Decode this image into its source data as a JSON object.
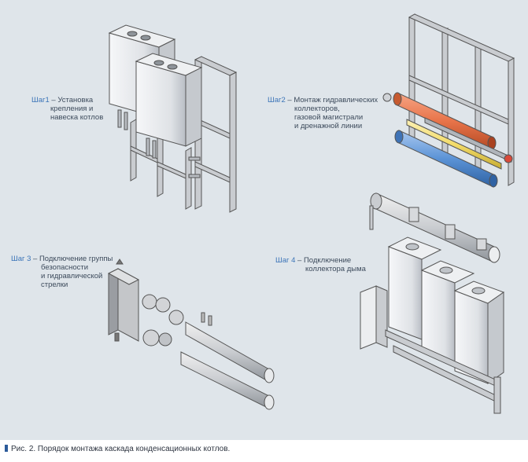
{
  "steps": [
    {
      "step": "Шаг1",
      "lines": [
        "Установка",
        "крепления и",
        "навеска котлов"
      ]
    },
    {
      "step": "Шаг2",
      "lines": [
        "Монтаж гидравлических",
        "коллекторов,",
        "газовой магистрали",
        "и дренажной линии"
      ]
    },
    {
      "step": "Шаг 3",
      "lines": [
        "Подключение группы",
        "безопасности",
        "и гидравлической",
        "стрелки"
      ]
    },
    {
      "step": "Шаг 4",
      "lines": [
        "Подключение",
        "коллектора дыма"
      ]
    }
  ],
  "caption": "Рис. 2. Порядок монтажа каскада конденсационных котлов.",
  "colors": {
    "panel": "#dfe5ea",
    "step_text": "#3b74b8",
    "pipe_hot": "#e8744a",
    "pipe_gas": "#f3dc6a",
    "pipe_cold": "#5b93d6"
  }
}
